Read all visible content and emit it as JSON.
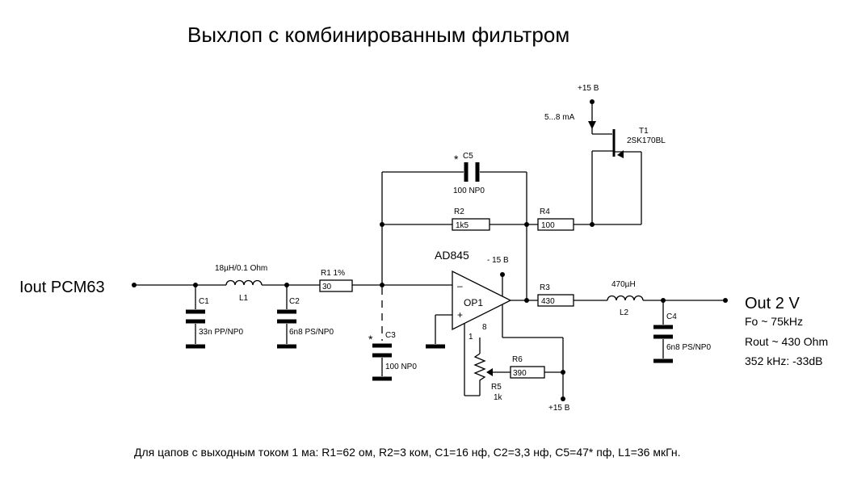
{
  "title": "Выхлоп с комбинированным фильтром",
  "input_label": "Iout PCM63",
  "output": {
    "label": "Out 2 V",
    "fo": "Fo ~ 75kHz",
    "rout": "Rout ~ 430 Ohm",
    "atten": "352 kHz: -33dB"
  },
  "components": {
    "c1": {
      "name": "C1",
      "value": "33n PP/NP0"
    },
    "l1": {
      "name": "L1",
      "value": "18µH/0.1 Ohm"
    },
    "c2": {
      "name": "C2",
      "value": "6n8 PS/NP0"
    },
    "r1": {
      "name": "R1 1%",
      "value": "30"
    },
    "c3": {
      "name": "C3",
      "value": "100 NP0",
      "mark": "*"
    },
    "c5": {
      "name": "C5",
      "value": "100 NP0",
      "mark": "*"
    },
    "r2": {
      "name": "R2",
      "value": "1k5"
    },
    "r4": {
      "name": "R4",
      "value": "100"
    },
    "t1": {
      "name": "T1",
      "value": "2SK170BL",
      "current": "5...8 mA"
    },
    "op1": {
      "name": "OP1",
      "part": "AD845",
      "pin_minus": "–",
      "pin_plus": "+",
      "pin1": "1",
      "pin8": "8"
    },
    "r3": {
      "name": "R3",
      "value": "430"
    },
    "l2": {
      "name": "L2",
      "value": "470µH"
    },
    "c4": {
      "name": "C4",
      "value": "6n8 PS/NP0"
    },
    "r6": {
      "name": "R6",
      "value": "390"
    },
    "r5": {
      "name": "R5",
      "value": "1k"
    }
  },
  "rails": {
    "top_plus": "+15 В",
    "neg": "- 15 В",
    "bottom_plus": "+15 В"
  },
  "footnote": "Для цапов с выходным током 1 ма: R1=62 ом, R2=3 ком, C1=16 нф, C2=3,3 нф,  C5=47* пф, L1=36 мкГн."
}
